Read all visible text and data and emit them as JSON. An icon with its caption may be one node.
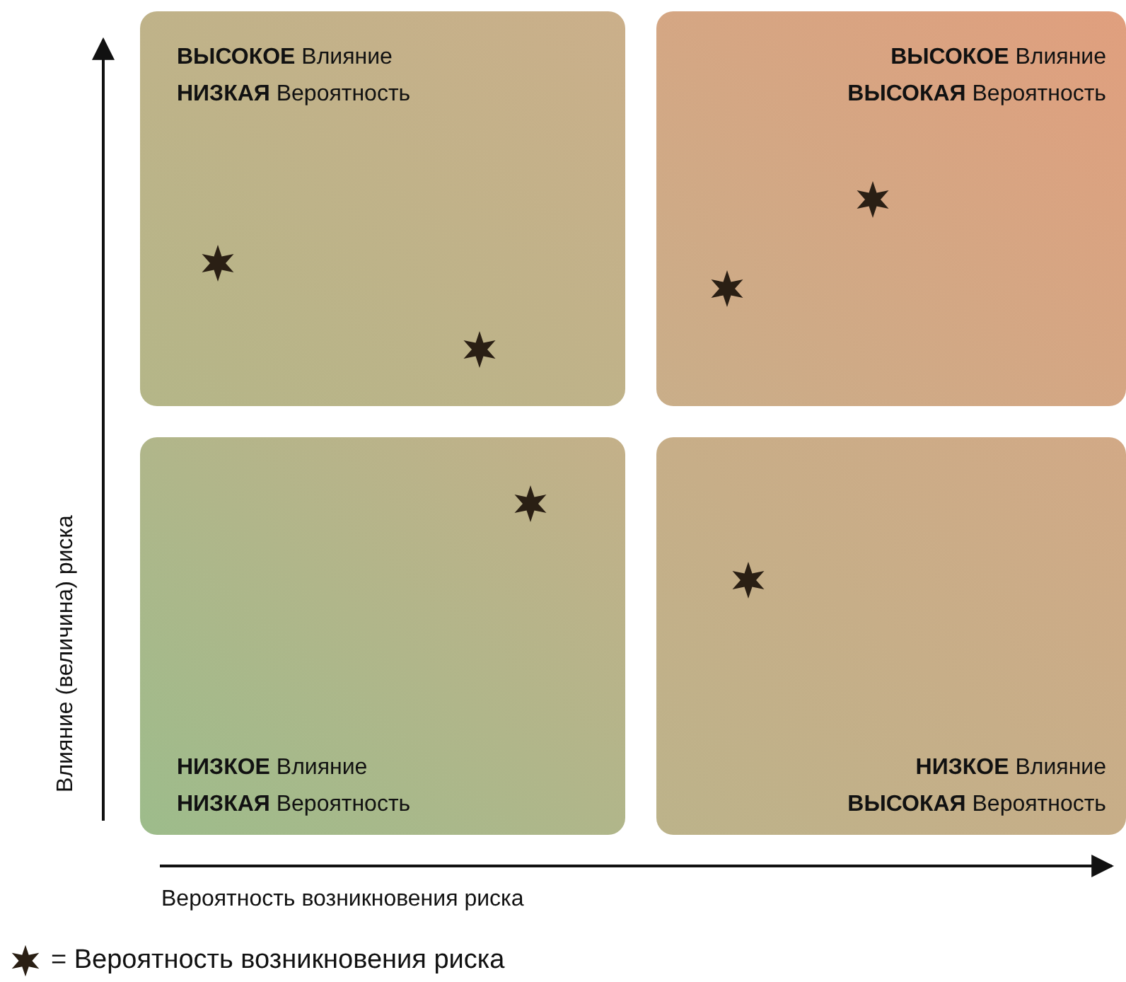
{
  "diagram": {
    "nodes": [
      {
        "text": [
          "**ВЫСОКОЕ** Влияние",
          "**НИЗКАЯ** Вероятность"
        ]
      },
      {
        "text": [
          "**ВЫСОКОЕ** Влияние",
          "**ВЫСОКАЯ** Вероятность"
        ]
      },
      {
        "text": [
          "**НИЗКОЕ** Влияние",
          "**НИЗКАЯ** Вероятность"
        ]
      },
      {
        "text": [
          "**НИЗКОЕ** Влияние",
          "**ВЫСОКАЯ** Вероятность"
        ]
      },
      {
        "text": [],
        "shape": "star",
        "in": 0
      },
      {
        "text": [],
        "shape": "star",
        "in": 0
      },
      {
        "text": [],
        "shape": "star",
        "in": 1
      },
      {
        "text": [],
        "shape": "star",
        "in": 1
      },
      {
        "text": [],
        "shape": "star",
        "in": 2
      },
      {
        "text": [],
        "shape": "star",
        "in": 3
      }
    ],
    "labels": [
      "Влияние (величина) риска",
      "Вероятность возникновения риска"
    ],
    "legend": [
      {
        "text": "= Вероятность возникновения риска"
      }
    ]
  }
}
